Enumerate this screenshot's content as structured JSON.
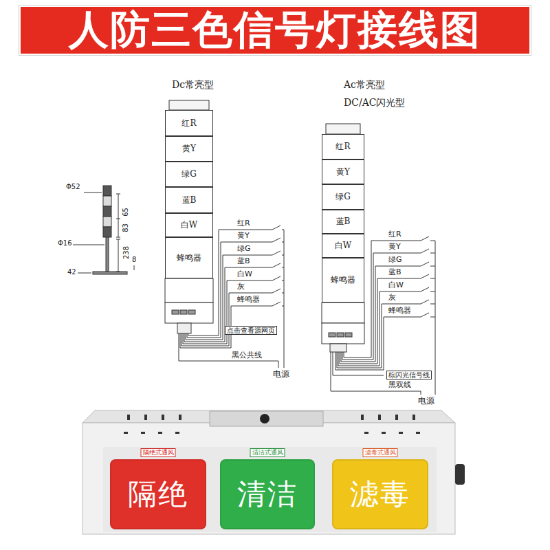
{
  "diagram": {
    "title": "人防三色信号灯接线图",
    "nodes": [
      {
        "text": [
          "红R"
        ]
      },
      {
        "text": [
          "黄Y"
        ]
      },
      {
        "text": [
          "绿G"
        ]
      },
      {
        "text": [
          "蓝B"
        ]
      },
      {
        "text": [
          "白W"
        ]
      },
      {
        "text": [
          "蜂鸣器"
        ]
      },
      {
        "text": [
          "红R"
        ]
      },
      {
        "text": [
          "黄Y"
        ]
      },
      {
        "text": [
          "绿G"
        ]
      },
      {
        "text": [
          "蓝B"
        ]
      },
      {
        "text": [
          "白W"
        ]
      },
      {
        "text": [
          "蜂鸣器"
        ]
      },
      {
        "text": [
          "隔绝式通风",
          "隔绝"
        ]
      },
      {
        "text": [
          "清洁式通风",
          "清洁"
        ]
      },
      {
        "text": [
          "滤毒式通风",
          "滤毒"
        ]
      }
    ],
    "labels": [
      "Dc常亮型",
      "Ac常亮型",
      "DC/AC闪光型",
      "Φ52",
      "65",
      "83",
      "238",
      "Φ16",
      "42",
      "8",
      "红R",
      "黄Y",
      "绿G",
      "蓝B",
      "白W",
      "灰",
      "蜂鸣器",
      "黑公共线",
      "电源",
      "点击查看源网页",
      "红R",
      "黄Y",
      "绿G",
      "蓝B",
      "白W",
      "灰",
      "蜂鸣器",
      "棕闪光信号线",
      "黑双线",
      "电源"
    ]
  }
}
